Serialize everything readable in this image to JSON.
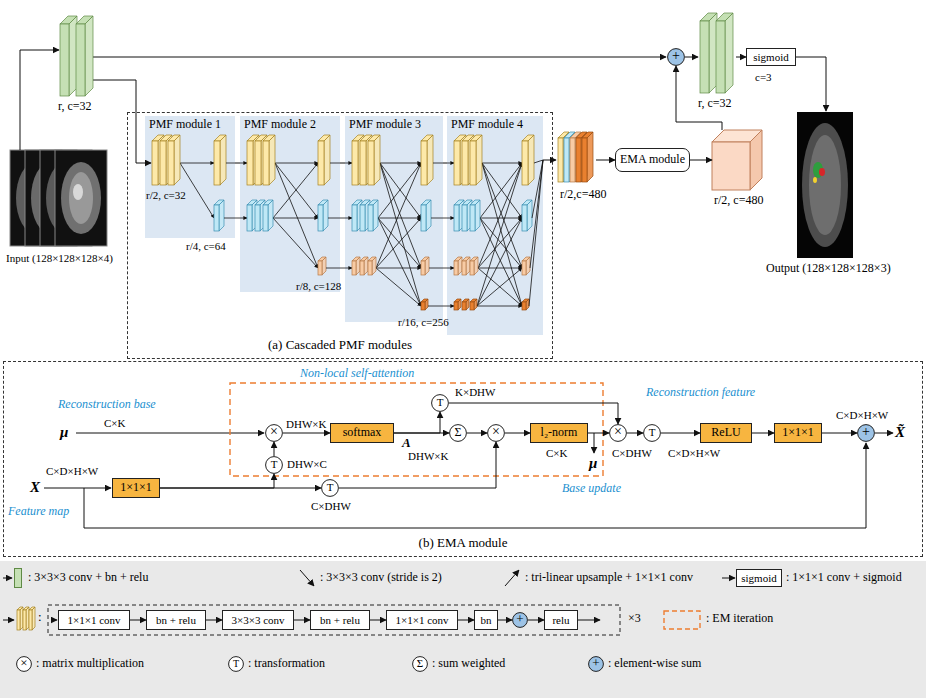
{
  "diagram": {
    "nodes": [
      {
        "text": [
          "(a) Cascaded PMF modules"
        ]
      },
      {
        "text": [
          "PMF module 1"
        ],
        "in": 0
      },
      {
        "text": [
          "PMF module 2"
        ],
        "in": 0
      },
      {
        "text": [
          "PMF module 3"
        ],
        "in": 0
      },
      {
        "text": [
          "PMF module 4"
        ],
        "in": 0
      },
      {
        "text": [
          "r/2,c=480"
        ]
      },
      {
        "text": [
          "EMA module"
        ]
      },
      {
        "text": [
          "r/2, c=480"
        ]
      },
      {
        "text": [
          "+"
        ]
      },
      {
        "text": [
          "r, c=32"
        ]
      },
      {
        "text": [
          "sigmoid",
          "c=3"
        ]
      },
      {
        "text": [
          "(b) EMA module"
        ]
      },
      {
        "text": [
          "×"
        ],
        "in": 11
      },
      {
        "text": [
          "softmax"
        ],
        "in": 11
      },
      {
        "text": [
          "T"
        ],
        "in": 11
      },
      {
        "text": [
          "Σ"
        ],
        "in": 11
      },
      {
        "text": [
          "×"
        ],
        "in": 11
      },
      {
        "text": [
          "l₂-norm"
        ],
        "in": 11
      },
      {
        "text": [
          "×"
        ],
        "in": 11
      },
      {
        "text": [
          "T"
        ],
        "in": 11
      },
      {
        "text": [
          "ReLU"
        ],
        "in": 11
      },
      {
        "text": [
          "1×1×1"
        ],
        "in": 11
      },
      {
        "text": [
          "+"
        ],
        "in": 11
      },
      {
        "text": [
          "T"
        ],
        "in": 11
      },
      {
        "text": [
          "1×1×1"
        ],
        "in": 11
      },
      {
        "text": [
          "T"
        ],
        "in": 11
      },
      {
        "text": [
          "sigmoid"
        ]
      },
      {
        "text": [
          "1×1×1 conv"
        ]
      },
      {
        "text": [
          "bn + relu"
        ]
      },
      {
        "text": [
          "3×3×3 conv"
        ]
      },
      {
        "text": [
          "bn + relu"
        ]
      },
      {
        "text": [
          "1×1×1 conv"
        ]
      },
      {
        "text": [
          "bn"
        ]
      },
      {
        "text": [
          "+"
        ]
      },
      {
        "text": [
          "relu"
        ]
      },
      {
        "text": [
          "×"
        ]
      },
      {
        "text": [
          "T"
        ]
      },
      {
        "text": [
          "Σ"
        ]
      },
      {
        "text": [
          "+"
        ]
      }
    ],
    "edges": [
      {
        "from": 1,
        "to": 2,
        "arrow": "none"
      },
      {
        "from": 2,
        "to": 3,
        "arrow": "none"
      },
      {
        "from": 3,
        "to": 4,
        "arrow": "none"
      },
      {
        "from": 4,
        "to": 5,
        "arrow": "to"
      },
      {
        "from": 5,
        "to": 6,
        "arrow": "to"
      },
      {
        "from": 6,
        "to": 7,
        "arrow": "to"
      },
      {
        "from": 7,
        "to": 8,
        "arrow": "to"
      },
      {
        "from": 8,
        "to": 9,
        "arrow": "to"
      },
      {
        "from": 9,
        "to": 10,
        "arrow": "to"
      },
      {
        "from": 12,
        "to": 13,
        "arrow": "to"
      },
      {
        "from": 13,
        "to": 15,
        "arrow": "to"
      },
      {
        "from": 13,
        "to": 14,
        "arrow": "to"
      },
      {
        "from": 14,
        "to": 18,
        "arrow": "to"
      },
      {
        "from": 15,
        "to": 16,
        "arrow": "to"
      },
      {
        "from": 16,
        "to": 17,
        "arrow": "to"
      },
      {
        "from": 17,
        "to": 18,
        "arrow": "to"
      },
      {
        "from": 18,
        "to": 19,
        "arrow": "to"
      },
      {
        "from": 19,
        "to": 20,
        "arrow": "to"
      },
      {
        "from": 20,
        "to": 21,
        "arrow": "to"
      },
      {
        "from": 21,
        "to": 22,
        "arrow": "to"
      },
      {
        "from": 24,
        "to": 23,
        "arrow": "to"
      },
      {
        "from": 23,
        "to": 12,
        "arrow": "to"
      },
      {
        "from": 24,
        "to": 25,
        "arrow": "to"
      },
      {
        "from": 25,
        "to": 16,
        "arrow": "to"
      },
      {
        "from": 27,
        "to": 28,
        "arrow": "to"
      },
      {
        "from": 28,
        "to": 29,
        "arrow": "to"
      },
      {
        "from": 29,
        "to": 30,
        "arrow": "to"
      },
      {
        "from": 30,
        "to": 31,
        "arrow": "to"
      },
      {
        "from": 31,
        "to": 32,
        "arrow": "to"
      },
      {
        "from": 32,
        "to": 33,
        "arrow": "to"
      },
      {
        "from": 33,
        "to": 34,
        "arrow": "to"
      }
    ],
    "labels": [
      "r, c=32",
      "Input (128×128×128×4)",
      "r/2, c=32",
      "r/4, c=64",
      "r/8, c=128",
      "r/16, c=256",
      "Output (128×128×128×3)",
      "Non-local self-attention",
      "Reconstruction base",
      "Reconstruction feature",
      "C×K",
      "DHW×K",
      "μ",
      "K×DHW",
      "C×D×H×W",
      "A",
      "DHW×K",
      "C×K",
      "μ",
      "C×DHW",
      "C×D×H×W",
      "X̃",
      "C×D×H×W",
      "X",
      "DHW×C",
      "Base update",
      "C×DHW",
      "Feature map",
      ":",
      "×3"
    ],
    "legend": [
      {
        "text": ": 3×3×3 conv + bn + relu",
        "color": "#c5e0b4"
      },
      {
        "text": ": 3×3×3 conv (stride is 2)"
      },
      {
        "text": ": tri-linear upsample + 1×1×1 conv"
      },
      {
        "text": ": 1×1×1 conv + sigmoid"
      },
      {
        "text": ": EM iteration"
      },
      {
        "text": ": matrix multiplication"
      },
      {
        "text": ": transformation"
      },
      {
        "text": ": sum weighted"
      },
      {
        "text": ": element-wise sum"
      }
    ]
  }
}
